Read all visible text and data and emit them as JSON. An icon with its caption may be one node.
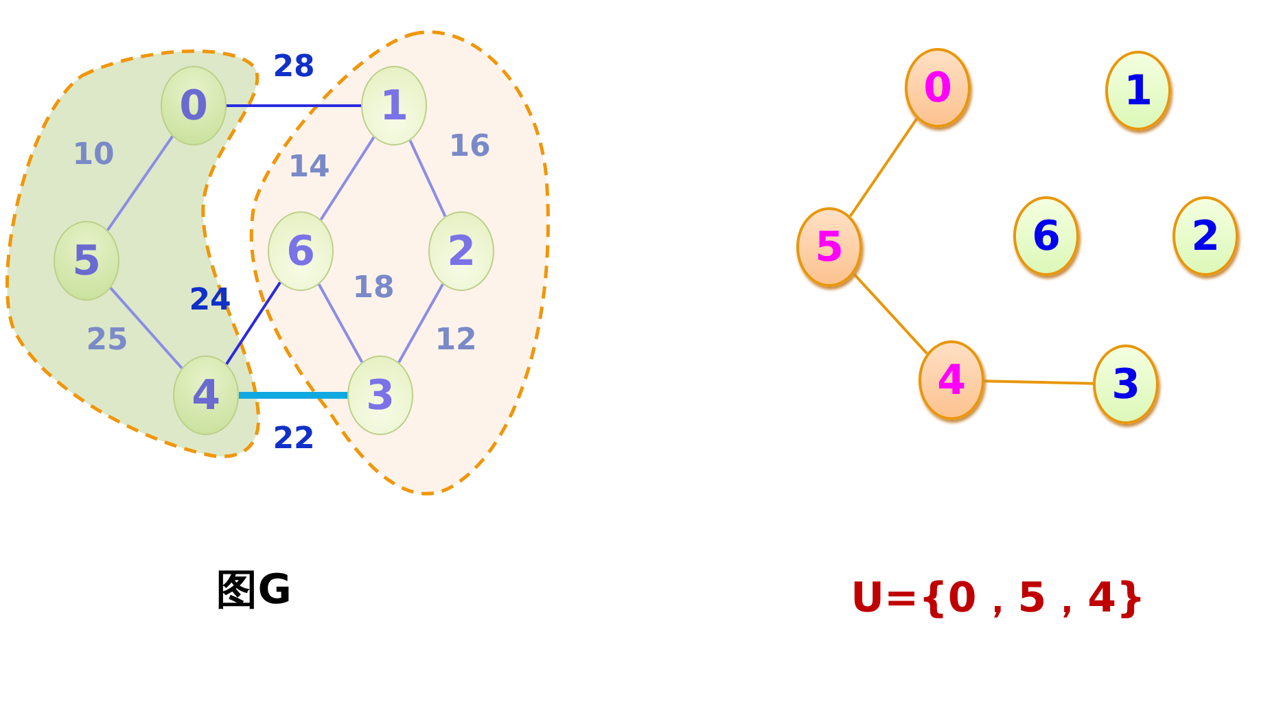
{
  "diagram": {
    "nodes": [
      {
        "text": [
          "0"
        ]
      },
      {
        "text": [
          "1"
        ]
      },
      {
        "text": [
          "2"
        ]
      },
      {
        "text": [
          "3"
        ]
      },
      {
        "text": [
          "4"
        ]
      },
      {
        "text": [
          "5"
        ]
      },
      {
        "text": [
          "6"
        ]
      },
      {
        "text": [
          "0"
        ]
      },
      {
        "text": [
          "1"
        ]
      },
      {
        "text": [
          "2"
        ]
      },
      {
        "text": [
          "3"
        ]
      },
      {
        "text": [
          "4"
        ]
      },
      {
        "text": [
          "5"
        ]
      },
      {
        "text": [
          "6"
        ]
      }
    ],
    "edges": [
      {
        "from": 0,
        "to": 1,
        "arrow": "none",
        "label": "28",
        "color": "#2a2ae0"
      },
      {
        "from": 0,
        "to": 5,
        "arrow": "none",
        "label": "10"
      },
      {
        "from": 1,
        "to": 6,
        "arrow": "none",
        "label": "14"
      },
      {
        "from": 1,
        "to": 2,
        "arrow": "none",
        "label": "16"
      },
      {
        "from": 6,
        "to": 3,
        "arrow": "none",
        "label": "18"
      },
      {
        "from": 2,
        "to": 3,
        "arrow": "none",
        "label": "12"
      },
      {
        "from": 5,
        "to": 4,
        "arrow": "none",
        "label": "25"
      },
      {
        "from": 4,
        "to": 6,
        "arrow": "none",
        "label": "24",
        "color": "#2a2ae0"
      },
      {
        "from": 4,
        "to": 3,
        "arrow": "none",
        "label": "22",
        "color": "#10a8e0",
        "style": "thick"
      },
      {
        "from": 7,
        "to": 12,
        "arrow": "none",
        "color": "#e8960a"
      },
      {
        "from": 12,
        "to": 11,
        "arrow": "none",
        "color": "#e8960a"
      },
      {
        "from": 11,
        "to": 10,
        "arrow": "none",
        "color": "#e8960a"
      }
    ],
    "labels": [
      "图G",
      "U={0，5，4}"
    ]
  }
}
